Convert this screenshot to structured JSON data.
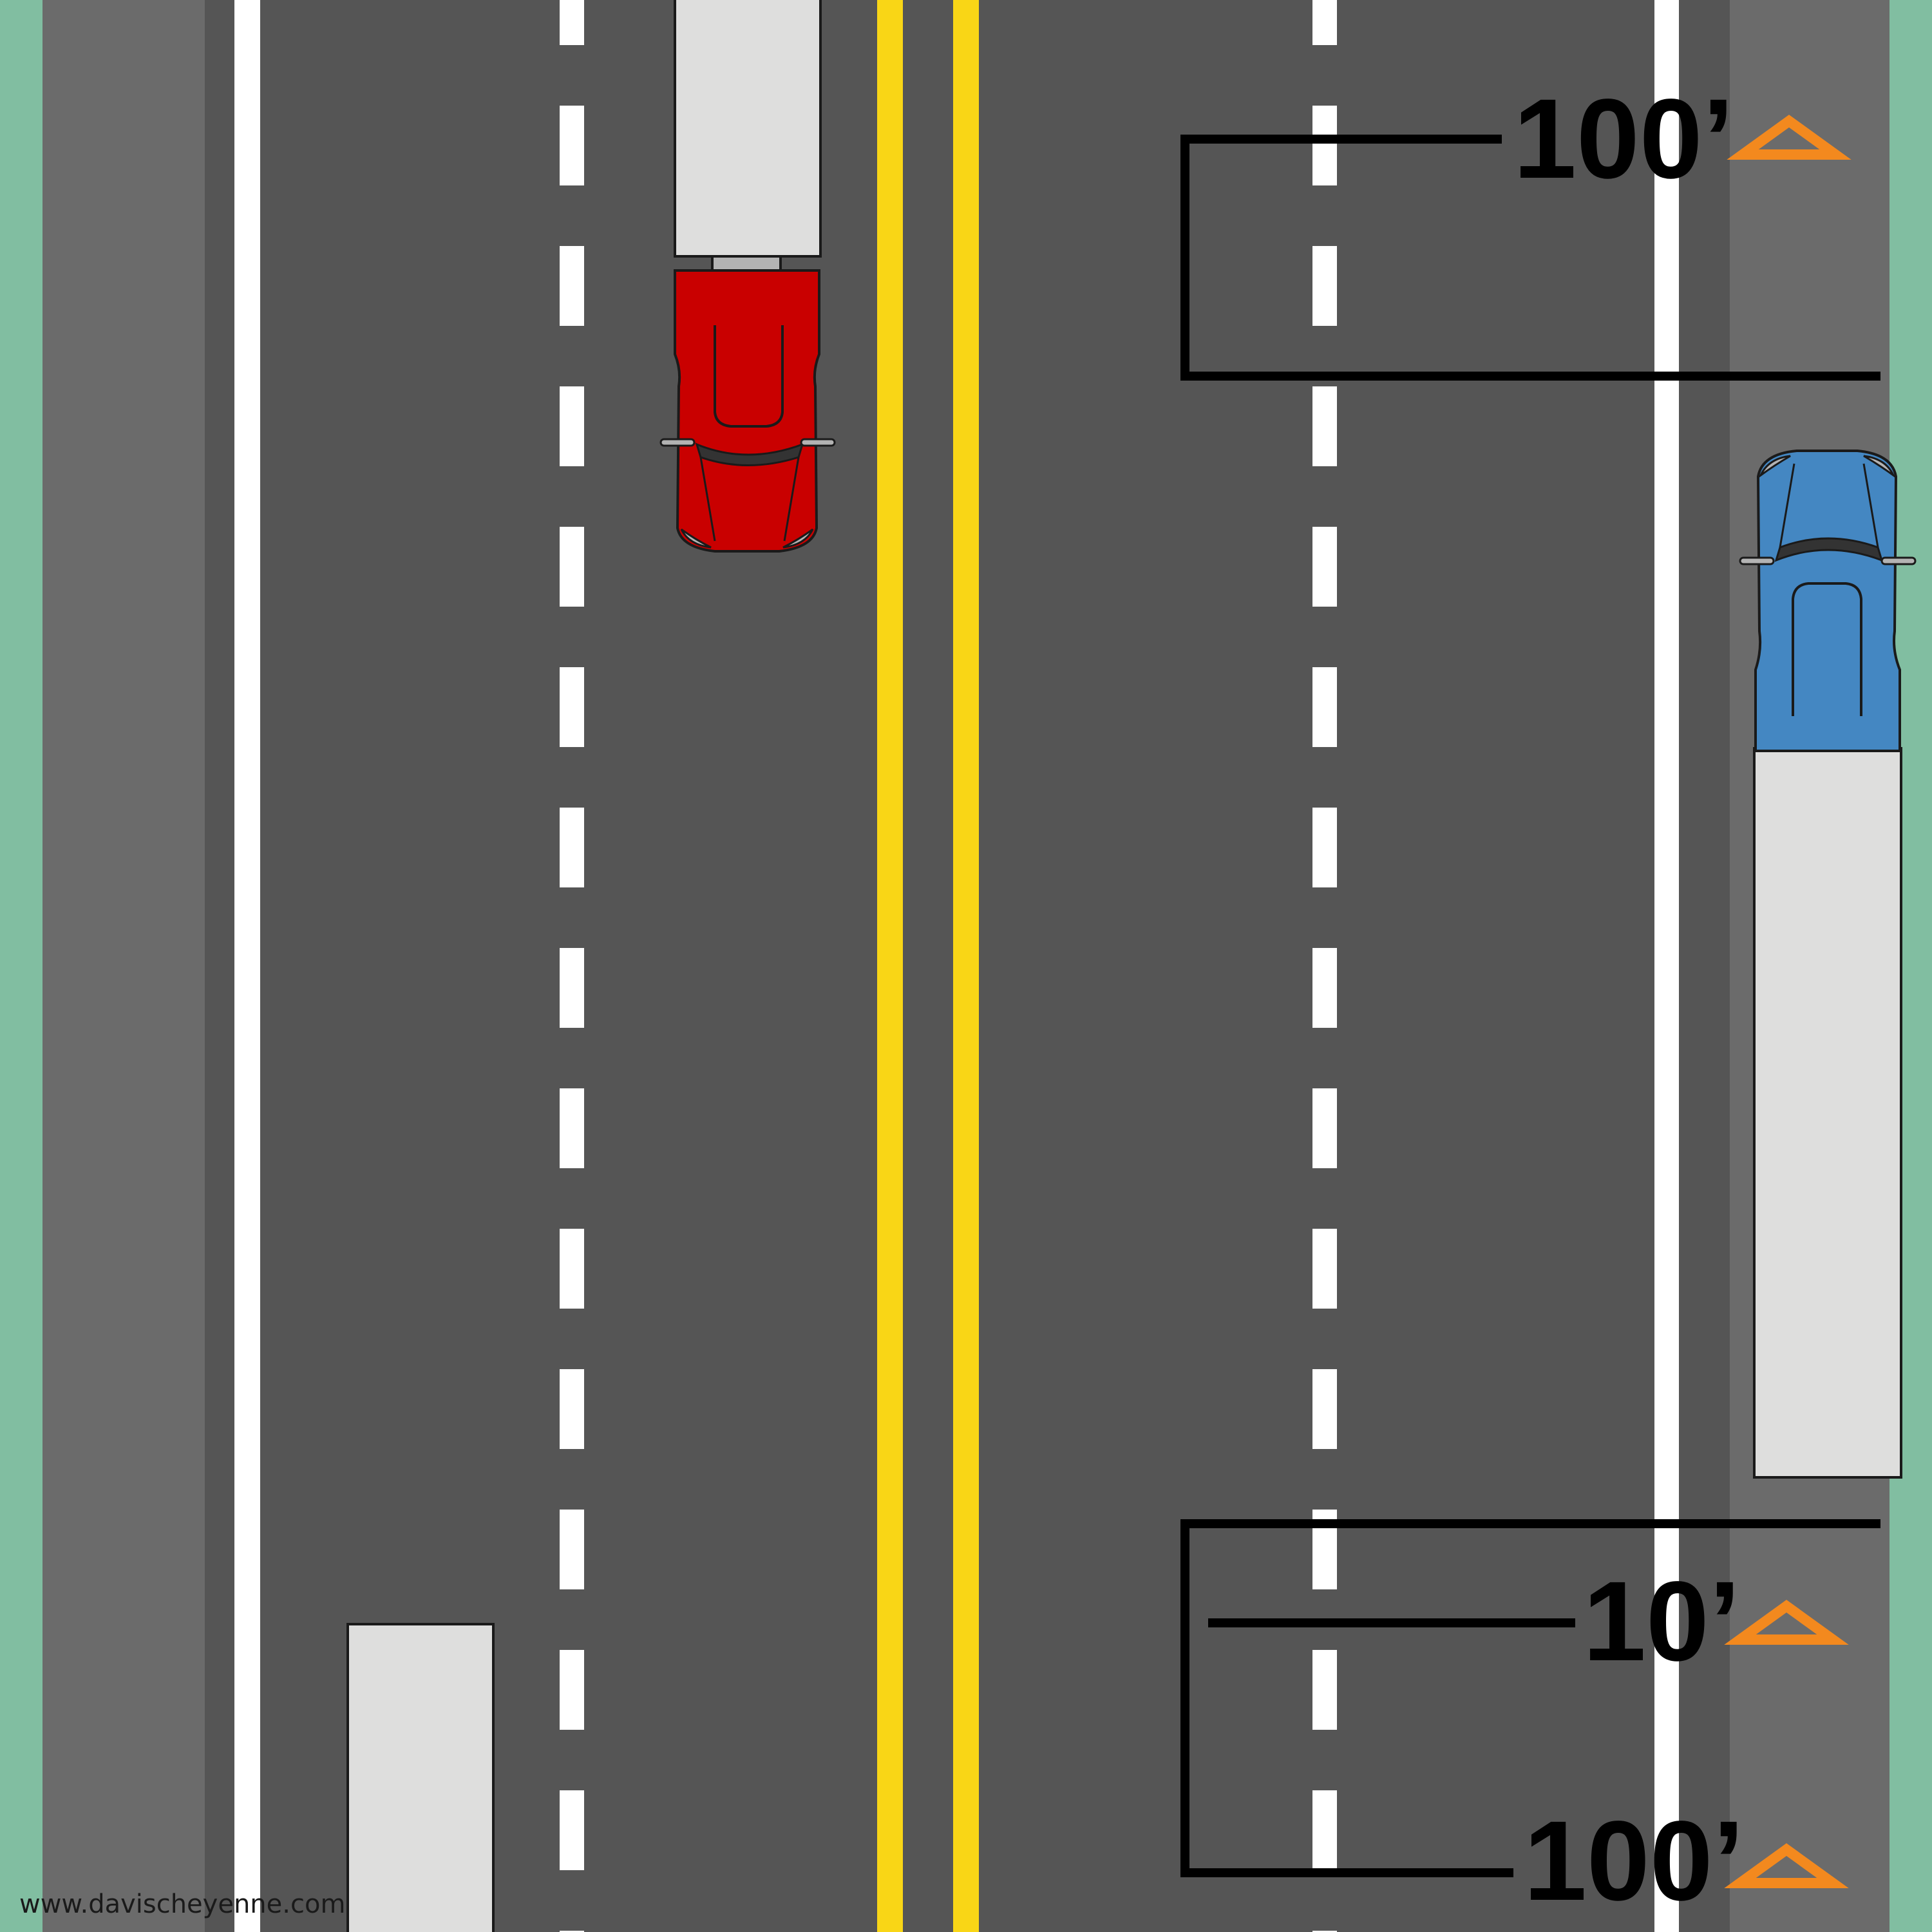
{
  "colors": {
    "grass": "#81bea1",
    "shoulder": "#6b6b6b",
    "road": "#555555",
    "lane_line_white": "#ffffff",
    "center_line_yellow": "#f9d616",
    "trailer": "#dededd",
    "truck_northbound": "#c90000",
    "truck_southbound": "#4487c2",
    "warning_triangle": "#f3891e",
    "dimension_line": "#000000"
  },
  "distances": {
    "top_marker": "100’",
    "middle_marker": "10’",
    "bottom_marker": "100’"
  },
  "icons": {
    "warning_triangle": "reflective-warning-triangle-icon",
    "truck": "semi-truck-icon"
  },
  "credit": "www.davischeyenne.com"
}
